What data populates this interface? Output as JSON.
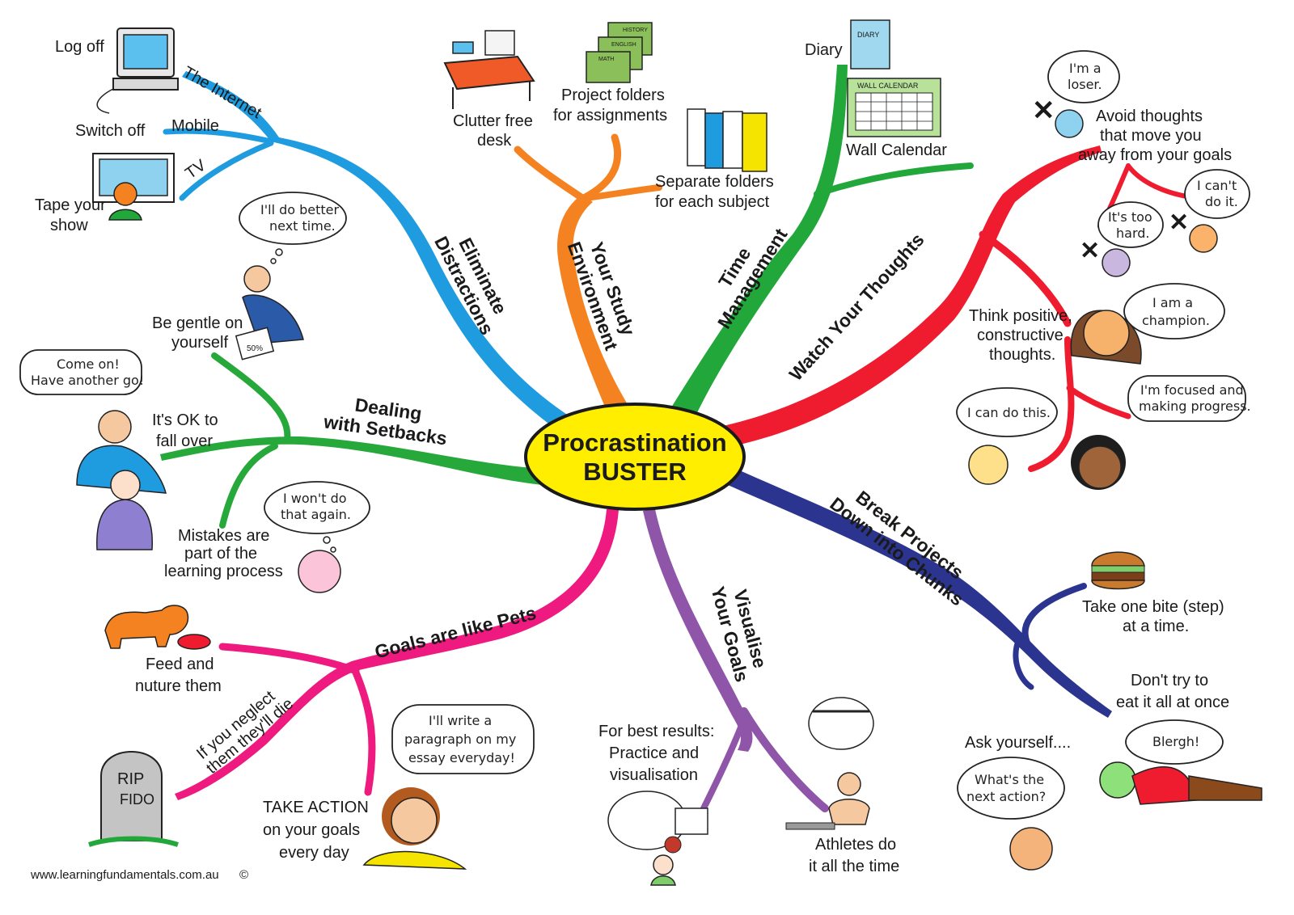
{
  "center": {
    "line1": "Procrastination",
    "line2": "BUSTER"
  },
  "colors": {
    "distractions": "#1f9be0",
    "environment": "#f58220",
    "time": "#22a83a",
    "thoughts": "#ee1c2e",
    "setbacks": "#27a83a",
    "pets": "#ee1a7f",
    "visualise": "#8e55a8",
    "chunks": "#2b3590",
    "center_fill": "#ffee00"
  },
  "branches": {
    "distractions": {
      "title_l1": "Eliminate",
      "title_l2": "Distractions",
      "internet": "The Internet",
      "mobile": "Mobile",
      "tv": "TV",
      "log_off": "Log off",
      "switch_off": "Switch off",
      "tape_l1": "Tape your",
      "tape_l2": "show",
      "icons": [
        "computer-icon",
        "tv-icon"
      ]
    },
    "environment": {
      "title_l1": "Your Study",
      "title_l2": "Environment",
      "clutter_l1": "Clutter free",
      "clutter_l2": "desk",
      "folders_l1": "Project folders",
      "folders_l2": "for assignments",
      "separate_l1": "Separate folders",
      "separate_l2": "for each subject",
      "folder_tabs": [
        "HISTORY",
        "ENGLISH",
        "MATH"
      ],
      "icons": [
        "desk-icon",
        "folders-icon",
        "binders-icon"
      ]
    },
    "time": {
      "title_l1": "Time",
      "title_l2": "Management",
      "diary": "Diary",
      "diary_cover": "DIARY",
      "wall_calendar": "Wall Calendar",
      "calendar_header": "WALL CALENDAR"
    },
    "thoughts": {
      "title": "Watch Your Thoughts",
      "avoid_l1": "Avoid thoughts",
      "avoid_l2": "that move you",
      "avoid_l3": "away from your goals",
      "loser_l1": "I'm a",
      "loser_l2": "loser.",
      "cant_l1": "I can't",
      "cant_l2": "do it.",
      "hard_l1": "It's too",
      "hard_l2": "hard.",
      "think_l1": "Think positive,",
      "think_l2": "constructive",
      "think_l3": "thoughts.",
      "champ_l1": "I am a",
      "champ_l2": "champion.",
      "can_do": "I can do this.",
      "focused_l1": "I'm focused and",
      "focused_l2": "making progress."
    },
    "setbacks": {
      "title_l1": "Dealing",
      "title_l2": "with Setbacks",
      "gentle_l1": "Be gentle on",
      "gentle_l2": "yourself",
      "better_l1": "I'll do better",
      "better_l2": "next time.",
      "score": "50%",
      "come_l1": "Come on!",
      "come_l2": "Have another go!",
      "ok_l1": "It's OK to",
      "ok_l2": "fall over",
      "wont_l1": "I won't do",
      "wont_l2": "that again.",
      "mistakes_l1": "Mistakes are",
      "mistakes_l2": "part of the",
      "mistakes_l3": "learning process"
    },
    "pets": {
      "title": "Goals are like Pets",
      "feed_l1": "Feed and",
      "feed_l2": "nuture them",
      "neglect_l1": "If you neglect",
      "neglect_l2": "them they'll die",
      "rip": "RIP",
      "fido": "FIDO",
      "action_l1": "TAKE ACTION",
      "action_l2": "on your goals",
      "action_l3": "every day",
      "write_l1": "I'll write a",
      "write_l2": "paragraph on my",
      "write_l3": "essay everyday!"
    },
    "visualise": {
      "title_l1": "Visualise",
      "title_l2": "Your Goals",
      "best_l1": "For best results:",
      "best_l2": "Practice and",
      "best_l3": "visualisation",
      "athletes_l1": "Athletes do",
      "athletes_l2": "it all the time"
    },
    "chunks": {
      "title_l1": "Break Projects",
      "title_l2": "Down into Chunks",
      "bite_l1": "Take one bite (step)",
      "bite_l2": "at a time.",
      "dont_l1": "Don't try to",
      "dont_l2": "eat it all at once",
      "blergh": "Blergh!",
      "ask": "Ask yourself....",
      "next_l1": "What's the",
      "next_l2": "next action?"
    }
  },
  "footer": {
    "url": "www.learningfundamentals.com.au",
    "copyright": "©"
  }
}
